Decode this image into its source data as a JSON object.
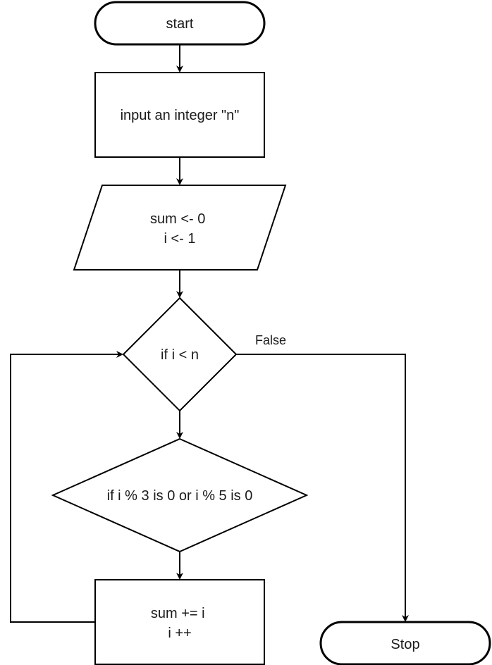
{
  "nodes": {
    "start": {
      "lines": [
        "start"
      ]
    },
    "input": {
      "lines": [
        "input an integer \"n\""
      ]
    },
    "init": {
      "lines": [
        "sum <- 0",
        "i <- 1"
      ]
    },
    "loop_condition": {
      "lines": [
        "if i < n"
      ]
    },
    "divisible_check": {
      "lines": [
        "if  i % 3 is 0 or i % 5 is 0"
      ]
    },
    "update": {
      "lines": [
        "sum += i",
        "i ++"
      ]
    },
    "stop": {
      "lines": [
        "Stop"
      ]
    }
  },
  "edges": {
    "false_label": "False"
  },
  "colors": {
    "stroke": "#000000",
    "fill": "#ffffff",
    "text": "#1a1a1a"
  }
}
